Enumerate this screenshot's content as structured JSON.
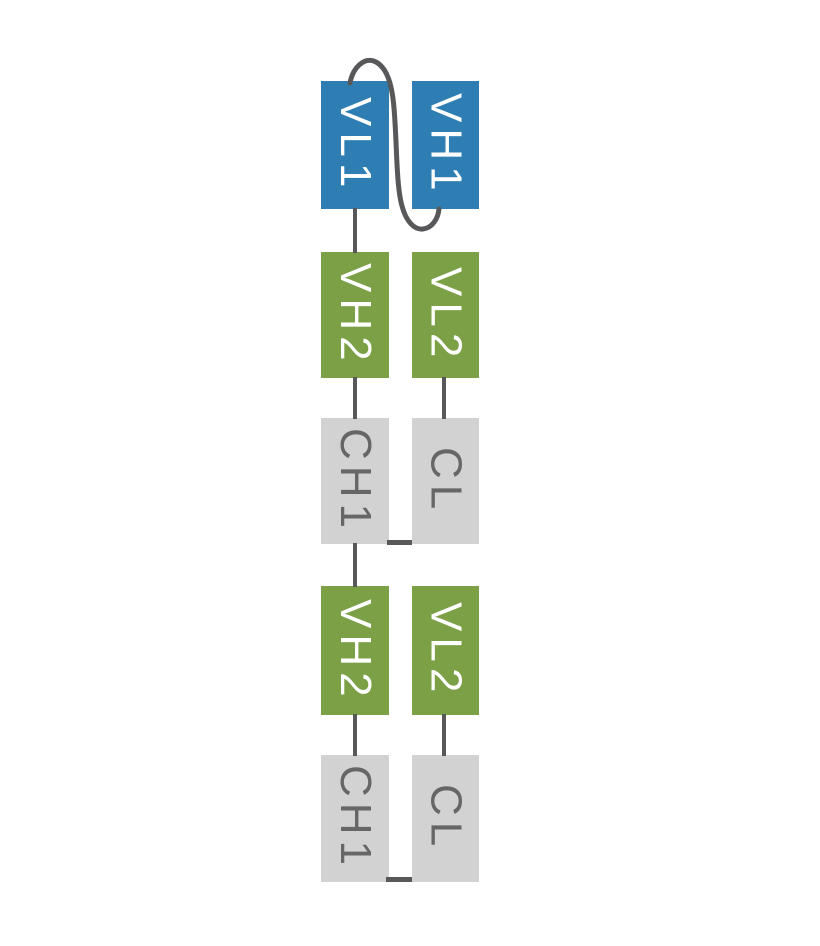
{
  "diagram": {
    "name": "bispecific-antibody-format-diagram",
    "background": "#FFFFFF",
    "colors": {
      "variable_domain_blue": "#2E7EB3",
      "variable_domain_green": "#7BA046",
      "constant_domain_gray": "#D2D2D2",
      "connector": "#58585A",
      "label_on_color": "#FFFFFF",
      "label_on_gray": "#666666"
    },
    "domains": [
      {
        "label": "VL1",
        "color": "blue",
        "position": "row1-left"
      },
      {
        "label": "VH1",
        "color": "blue",
        "position": "row1-right"
      },
      {
        "label": "VH2",
        "color": "green",
        "position": "row2-left"
      },
      {
        "label": "VL2",
        "color": "green",
        "position": "row2-right"
      },
      {
        "label": "CH1",
        "color": "gray",
        "position": "row3-left"
      },
      {
        "label": "CL",
        "color": "gray",
        "position": "row3-right"
      },
      {
        "label": "VH2",
        "color": "green",
        "position": "row4-left"
      },
      {
        "label": "VL2",
        "color": "green",
        "position": "row4-right"
      },
      {
        "label": "CH1",
        "color": "gray",
        "position": "row5-left"
      },
      {
        "label": "CL",
        "color": "gray",
        "position": "row5-right"
      }
    ],
    "connectors": {
      "scfv_linker": "curved line from top of VL1 looping between boxes to bottom of VH1",
      "vertical_links": [
        "VL1 to VH2",
        "VH2 to CH1",
        "VL2 to CL",
        "CH1 to VH2",
        "VH2 to CH1",
        "VL2 to CL"
      ],
      "horizontal_links": [
        "CH1 to CL bottom bridge (upper pair)",
        "CH1 to CL bottom bridge (lower pair)"
      ]
    }
  }
}
